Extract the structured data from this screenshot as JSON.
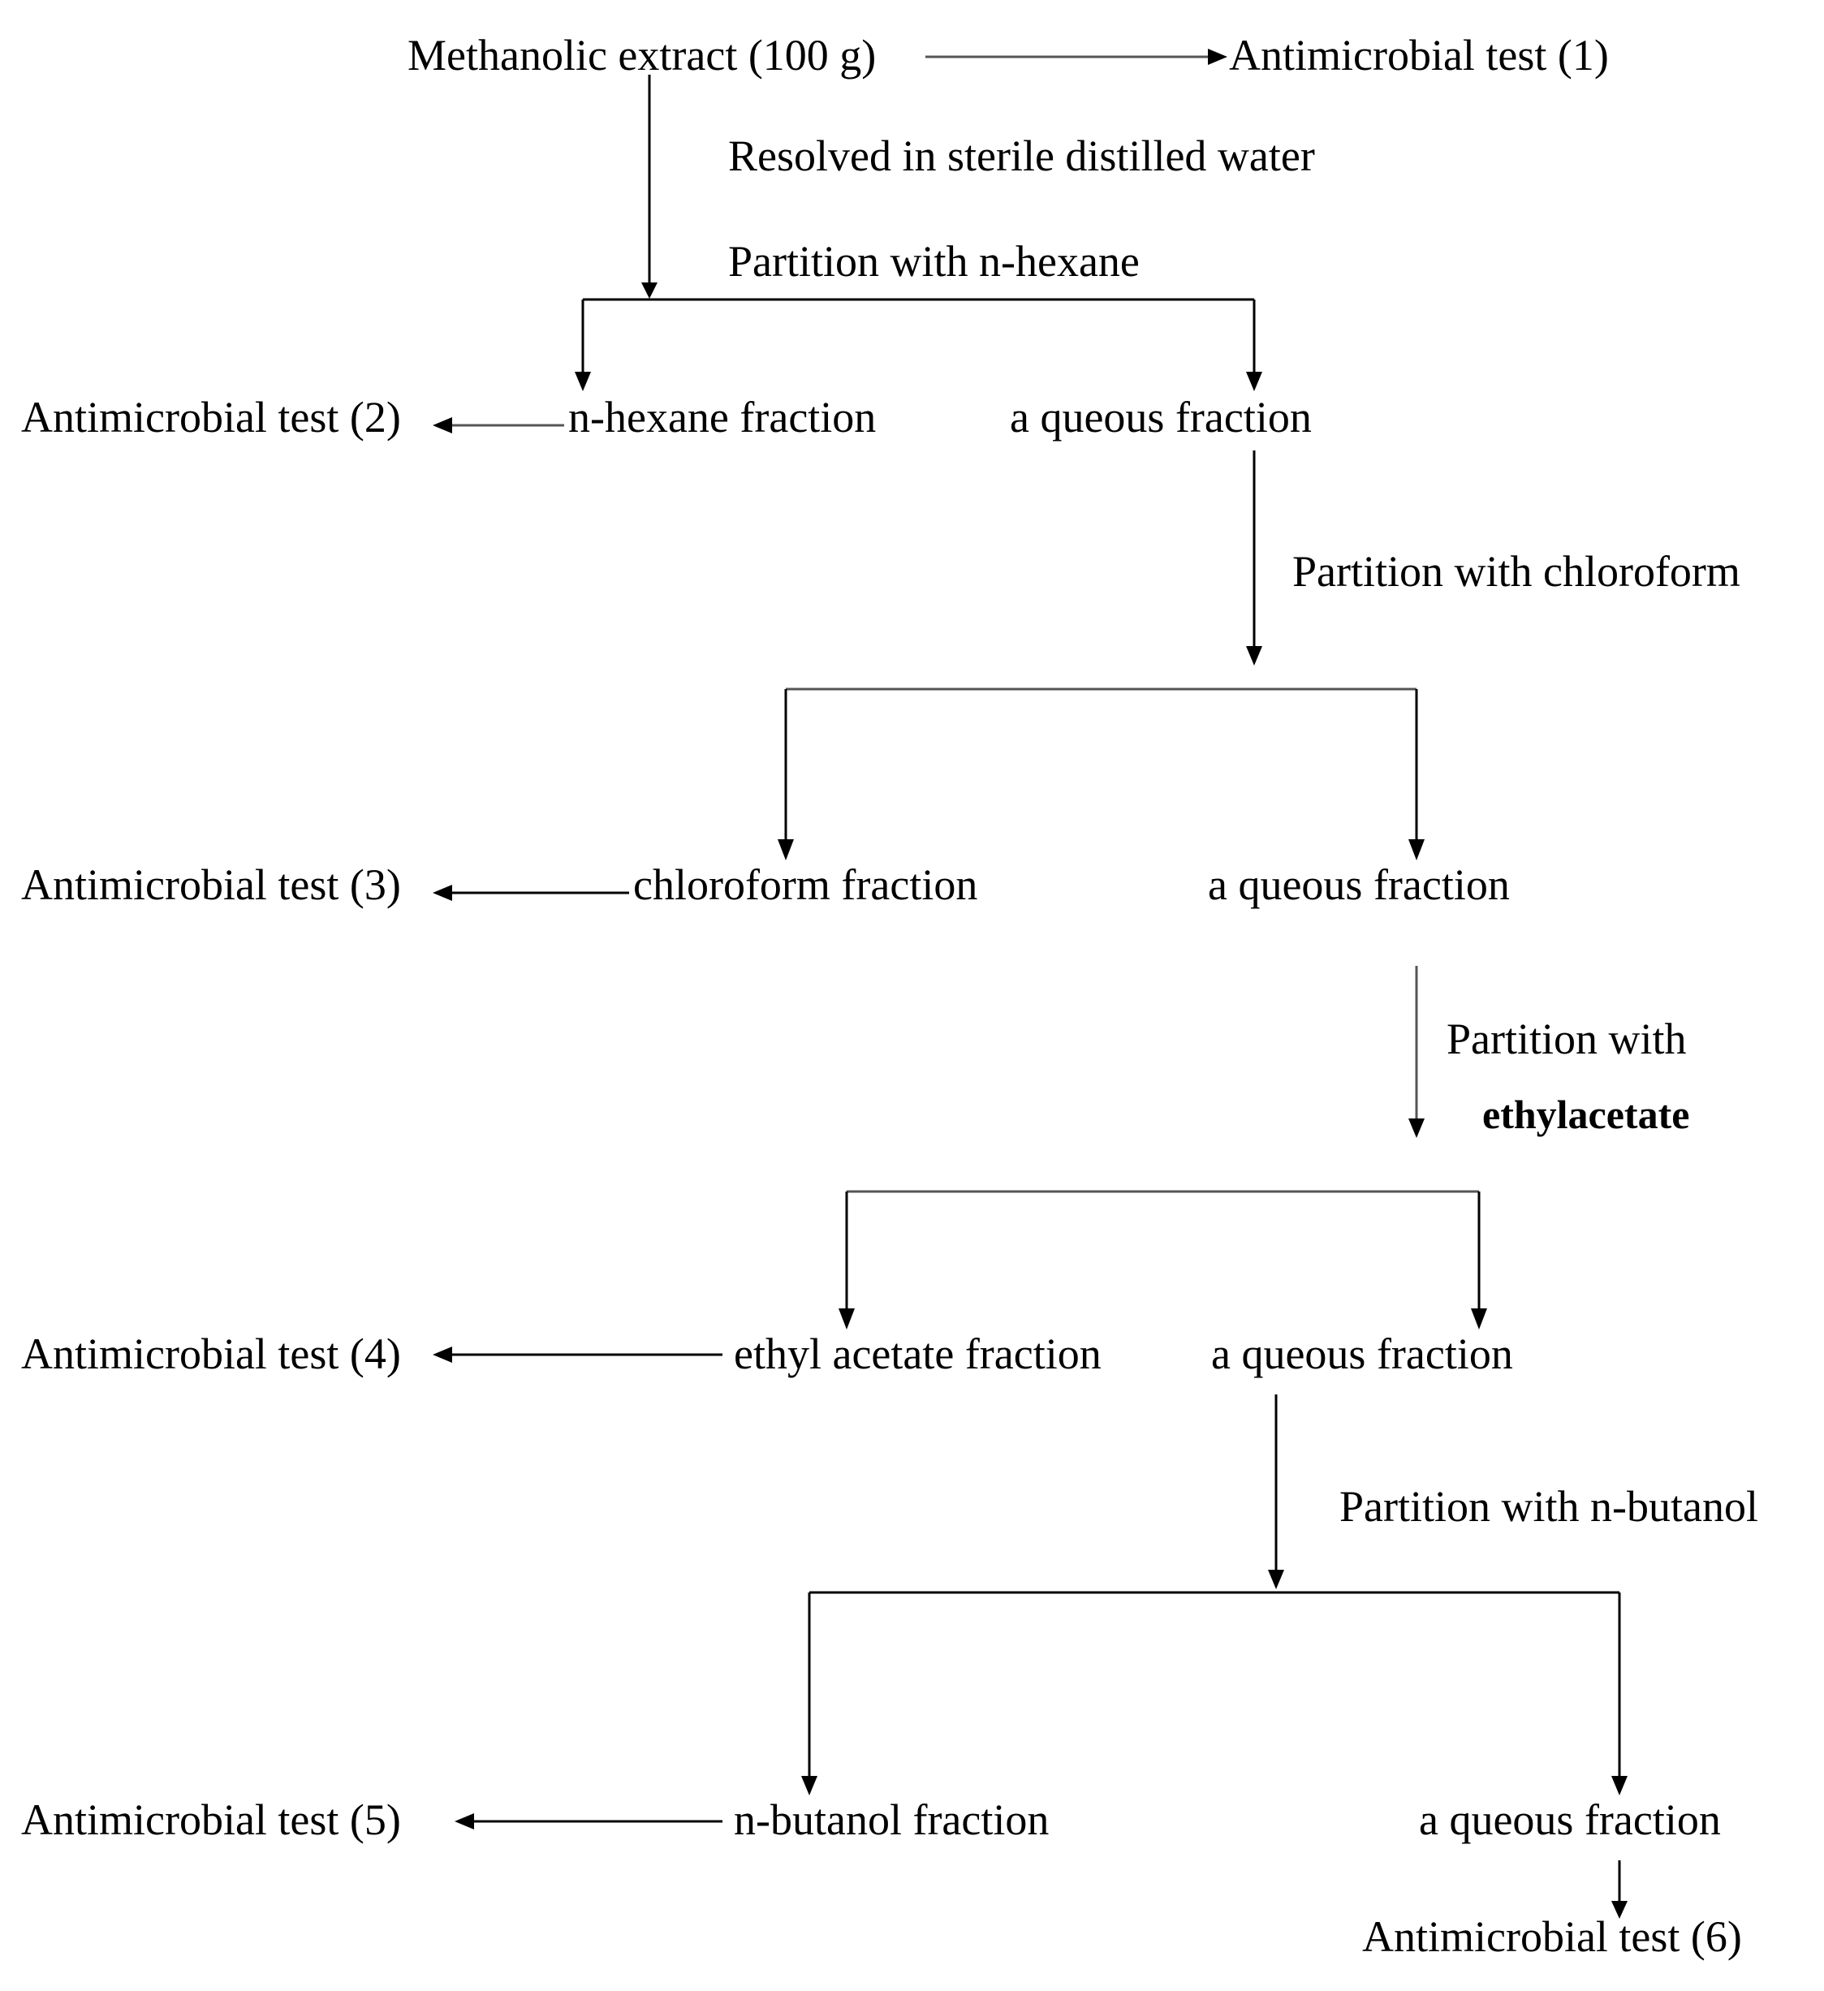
{
  "nodes": {
    "methanolic_extract": "Methanolic extract (100 g)",
    "test1": "Antimicrobial test (1)",
    "resolved": "Resolved in sterile  distilled water",
    "partition_hexane": "Partition with n-hexane",
    "test2": "Antimicrobial test (2)",
    "hexane_fraction": "n-hexane fraction",
    "aqueous1": "a queous fraction",
    "partition_chloroform": "Partition with chloroform",
    "test3": "Antimicrobial test (3)",
    "chloroform_fraction": "chloroform fraction",
    "aqueous2": "a queous fraction",
    "partition_with": "Partition with",
    "ethylacetate": "ethylacetate",
    "test4": "Antimicrobial test (4)",
    "ethylacetate_fraction": "ethyl acetate fraction",
    "aqueous3": "a queous fraction",
    "partition_butanol": "Partition with n-butanol",
    "test5": "Antimicrobial test (5)",
    "butanol_fraction": "n-butanol fraction",
    "aqueous4": "a queous fraction",
    "test6": "Antimicrobial test (6)"
  }
}
